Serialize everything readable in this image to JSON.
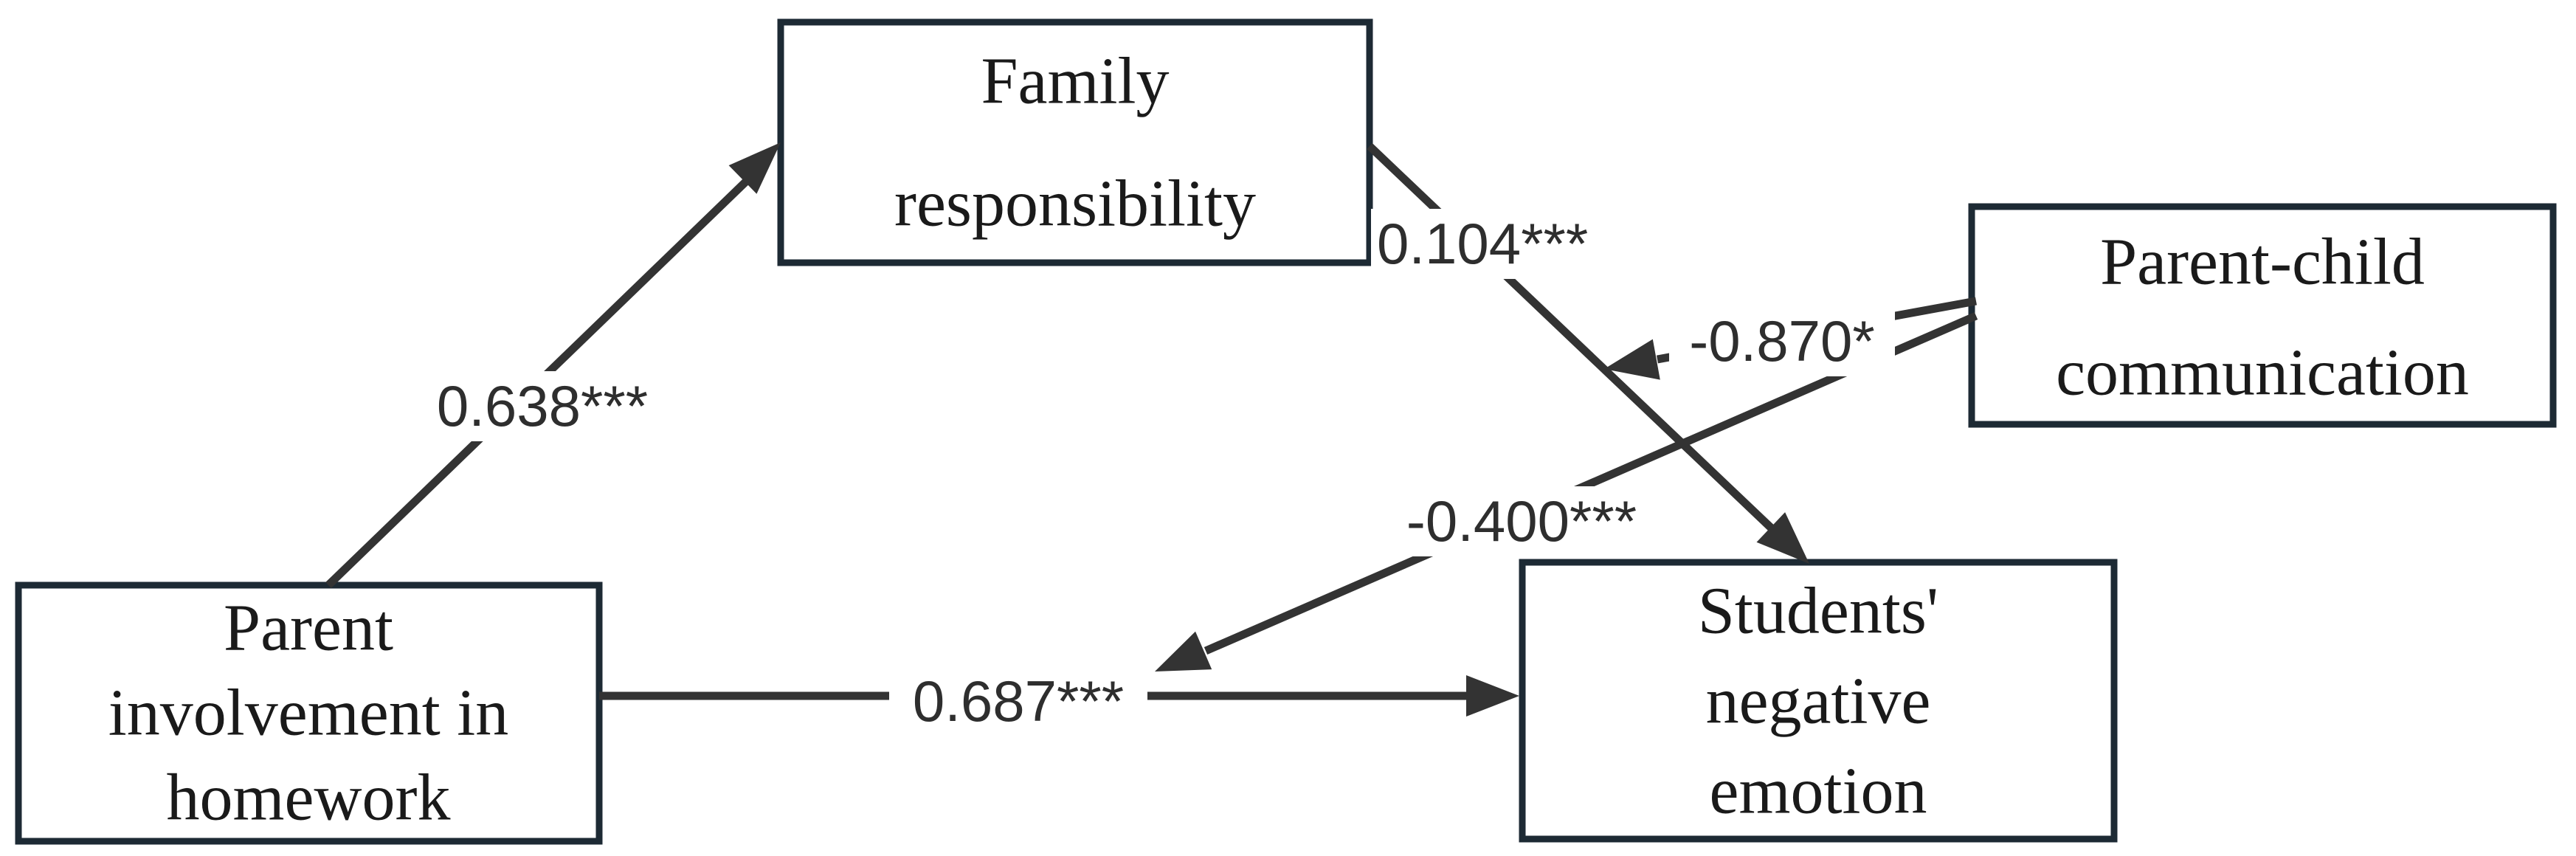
{
  "figure": {
    "type": "path-diagram",
    "background": "#ffffff",
    "box_border_color": "#1d2a34",
    "box_fill_color": "#ffffff",
    "arrow_color": "#333333",
    "node_text_color": "#1a1a1a",
    "label_text_color": "#2e2e2e",
    "nodes": {
      "family_responsibility": {
        "lines": [
          "Family",
          "responsibility"
        ]
      },
      "parent_child_communication": {
        "lines": [
          "Parent-child",
          "communication"
        ]
      },
      "parent_involvement_in_homework": {
        "lines": [
          "Parent",
          "involvement in",
          "homework"
        ]
      },
      "students_negative_emotion": {
        "lines": [
          "Students'",
          "negative",
          "emotion"
        ]
      }
    },
    "paths": {
      "involvement_to_family": {
        "label": "0.638***",
        "from": "parent_involvement_in_homework",
        "to": "family_responsibility"
      },
      "family_to_emotion": {
        "label": "0.104***",
        "from": "family_responsibility",
        "to": "students_negative_emotion"
      },
      "involvement_to_emotion": {
        "label": "0.687***",
        "from": "parent_involvement_in_homework",
        "to": "students_negative_emotion"
      },
      "communication_moderates_family_path": {
        "label": "-0.870*",
        "from": "parent_child_communication",
        "to": "path family_to_emotion"
      },
      "communication_moderates_direct_path": {
        "label": "-0.400***",
        "from": "parent_child_communication",
        "to": "path involvement_to_emotion"
      }
    }
  }
}
